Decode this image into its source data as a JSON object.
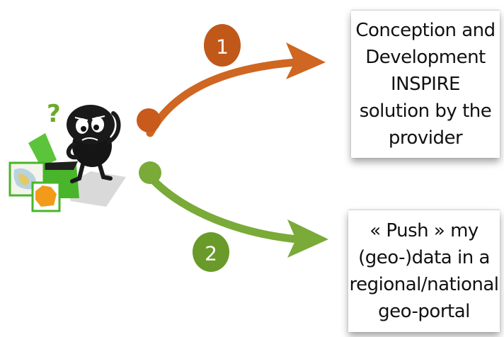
{
  "boxes": [
    {
      "id": 1,
      "text": "Conception and\nDevelopment\nINSPIRE\nsolution by the\nprovider"
    },
    {
      "id": 2,
      "text": "« Push » my\n(geo-)data in a\nregional/national\ngeo-portal"
    }
  ],
  "badges": [
    {
      "label": "1",
      "color": "#c0581a"
    },
    {
      "label": "2",
      "color": "#6a9a2a"
    }
  ],
  "arrows": [
    {
      "color": "#cf6621",
      "target": 1
    },
    {
      "color": "#7aaa38",
      "target": 2
    }
  ],
  "figure": {
    "character": "confused-character-icon",
    "question_mark": "?",
    "box_color": "#49b52a"
  }
}
